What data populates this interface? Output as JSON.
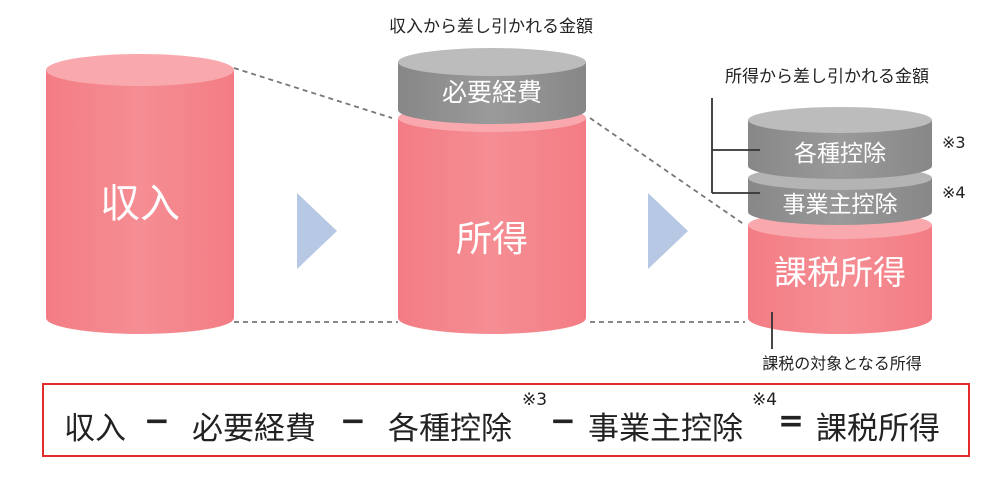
{
  "diagram": {
    "income_label": "収入",
    "income2_label": "所得",
    "expenses_label": "必要経費",
    "deduction_from_income_note": "収入から差し引かれる金額",
    "deduction_from_income2_note": "所得から差し引かれる金額",
    "deductions_label": "各種控除",
    "business_owner_deduction_label": "事業主控除",
    "taxable_income_label": "課税所得",
    "note3": "※3",
    "note4": "※4",
    "taxable_target_note": "課税の対象となる所得"
  },
  "formula": {
    "term1": "収入",
    "minus1": "−",
    "term2": "必要経費",
    "minus2": "−",
    "term3": "各種控除",
    "sup3": "※3",
    "minus3": "−",
    "term4": "事業主控除",
    "sup4": "※4",
    "equals": "=",
    "result": "課税所得"
  },
  "colors": {
    "pink_body": "#f4838a",
    "pink_top": "#f9a7ac",
    "gray_body": "#8f8f8f",
    "gray_top": "#b9b9b9",
    "arrow": "#b7c8e4",
    "box_border": "#e52a2a"
  }
}
